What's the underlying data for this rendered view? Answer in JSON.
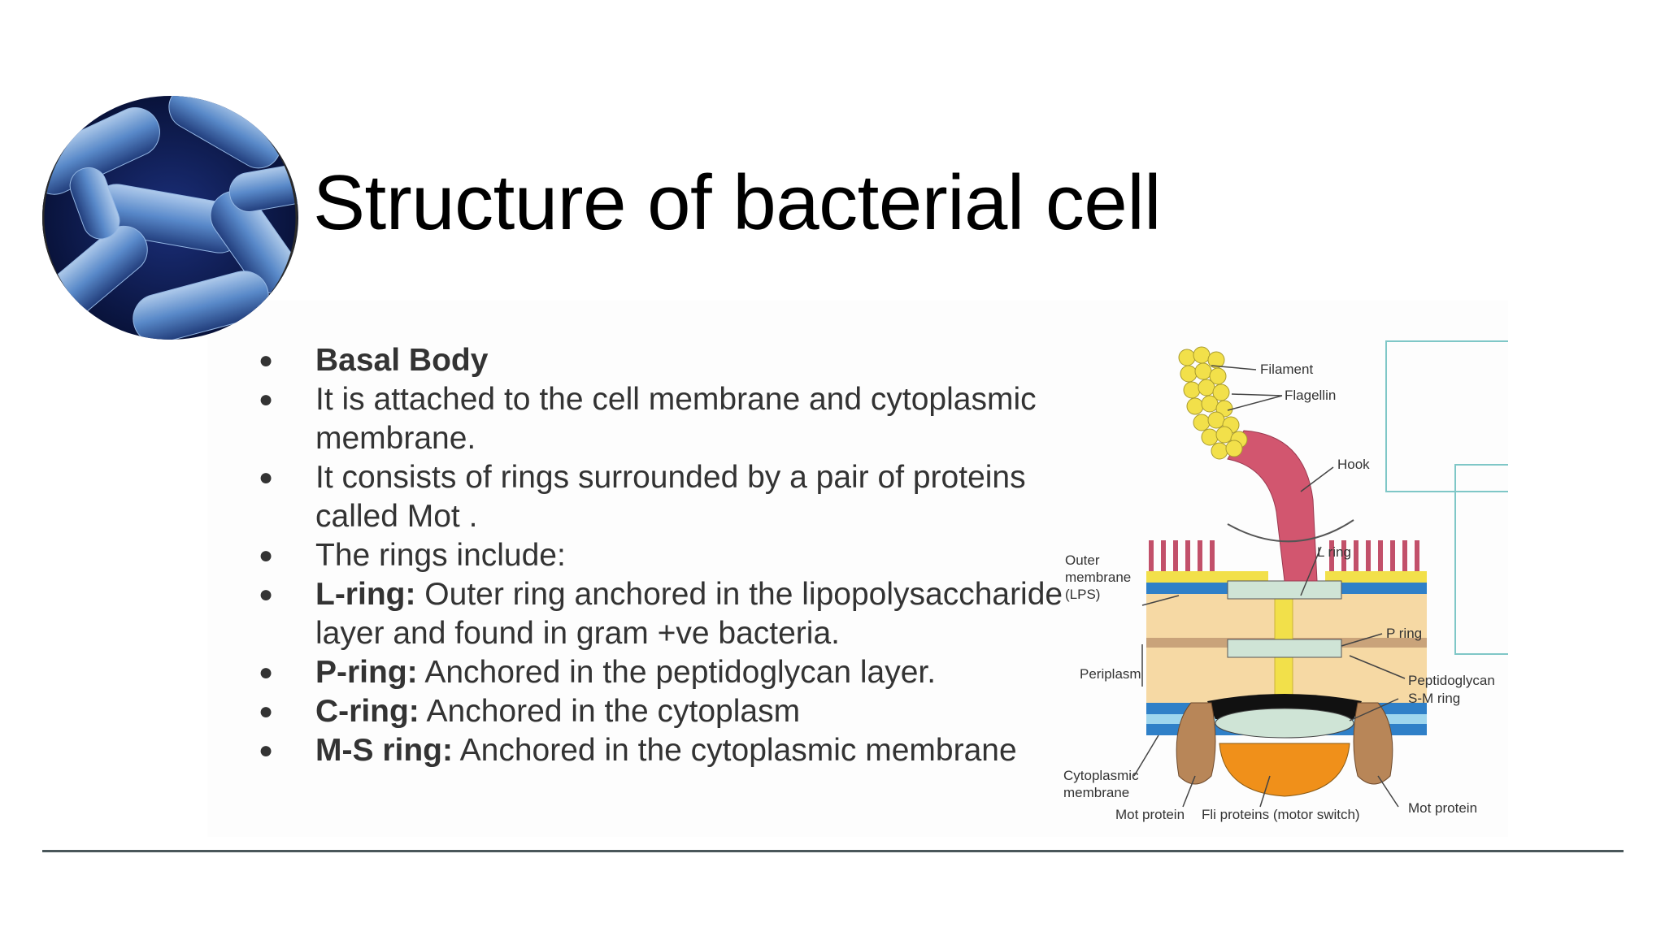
{
  "slide": {
    "title": "Structure of bacterial cell",
    "bullets": [
      {
        "bold": "Basal Body",
        "text": ""
      },
      {
        "bold": "",
        "text": "It is attached to the cell membrane and cytoplasmic membrane."
      },
      {
        "bold": "",
        "text": "It consists of rings surrounded by a pair of proteins called Mot ."
      },
      {
        "bold": "",
        "text": "The rings include:"
      },
      {
        "bold": "L-ring:",
        "text": " Outer ring anchored in the lipopolysaccharide layer and found in gram +ve bacteria."
      },
      {
        "bold": "P-ring:",
        "text": " Anchored in the peptidoglycan layer."
      },
      {
        "bold": "C-ring:",
        "text": " Anchored in the cytoplasm"
      },
      {
        "bold": "M-S ring:",
        "text": " Anchored in the cytoplasmic membrane"
      }
    ]
  },
  "diagram": {
    "labels": {
      "filament": "Filament",
      "flagellin": "Flagellin",
      "hook": "Hook",
      "l_ring": "L ring",
      "outer_membrane_1": "Outer",
      "outer_membrane_2": "membrane",
      "outer_membrane_3": "(LPS)",
      "p_ring": "P ring",
      "periplasm": "Periplasm",
      "peptidoglycan": "Peptidoglycan",
      "sm_ring": "S-M ring",
      "cytoplasmic_1": "Cytoplasmic",
      "cytoplasmic_2": "membrane",
      "mot_protein_left": "Mot protein",
      "fli_proteins": "Fli proteins (motor switch)",
      "mot_protein_right": "Mot protein"
    }
  },
  "colors": {
    "rule": "#4a575a",
    "hook": "#d2566f",
    "filament": "#f2e04a",
    "motor_switch": "#f0901a",
    "mot_protein": "#b88658",
    "periplasm": "#f6d9a4",
    "membrane_blue": "#2f80c8"
  },
  "images": {
    "bacteria_photo": "bacteria-illustration"
  }
}
